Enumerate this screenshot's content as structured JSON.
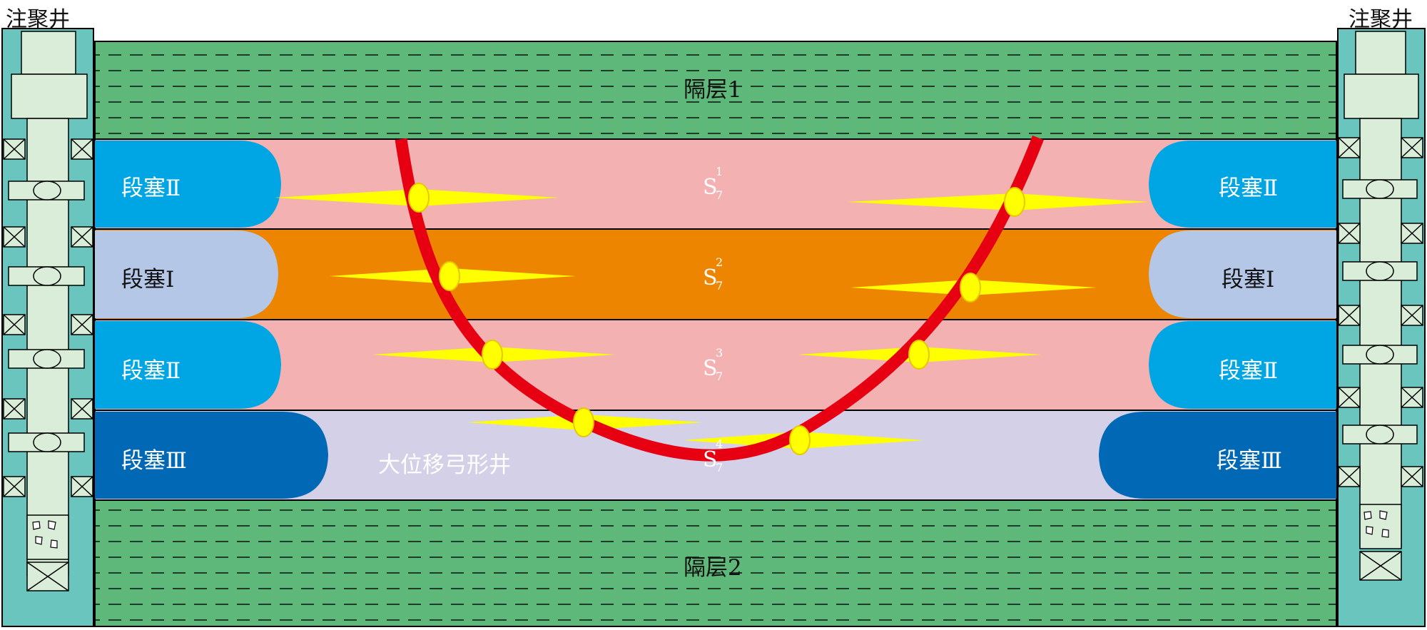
{
  "diagram": {
    "injection_well_left_label": "注聚井",
    "injection_well_right_label": "注聚井",
    "barrier_top_label": "隔层1",
    "barrier_bottom_label": "隔层2",
    "sublayers": [
      {
        "main": "S",
        "sup": "1",
        "sub": "7"
      },
      {
        "main": "S",
        "sup": "2",
        "sub": "7"
      },
      {
        "main": "S",
        "sup": "3",
        "sub": "7"
      },
      {
        "main": "S",
        "sup": "4",
        "sub": "7"
      }
    ],
    "plugs_left": [
      "段塞Ⅱ",
      "段塞Ⅰ",
      "段塞Ⅱ",
      "段塞Ⅲ"
    ],
    "plugs_right": [
      "段塞Ⅱ",
      "段塞Ⅰ",
      "段塞Ⅱ",
      "段塞Ⅲ"
    ],
    "well_note": "大位移弓形井",
    "colors": {
      "barrier_fill": "#5db879",
      "sublayer_pink": "#f3b1b2",
      "sublayer_orange": "#ee8500",
      "sublayer_lavender": "#d3d0e7",
      "plug_light_blue": "#00a6e3",
      "plug_pale_blue": "#b4c7e7",
      "plug_dark_blue": "#0068b5",
      "wellbore_teal": "#6bc5bf",
      "tubing_green": "#d9edd8",
      "fracture_yellow": "#ffff00",
      "horizontal_well_red": "#e60012"
    }
  }
}
